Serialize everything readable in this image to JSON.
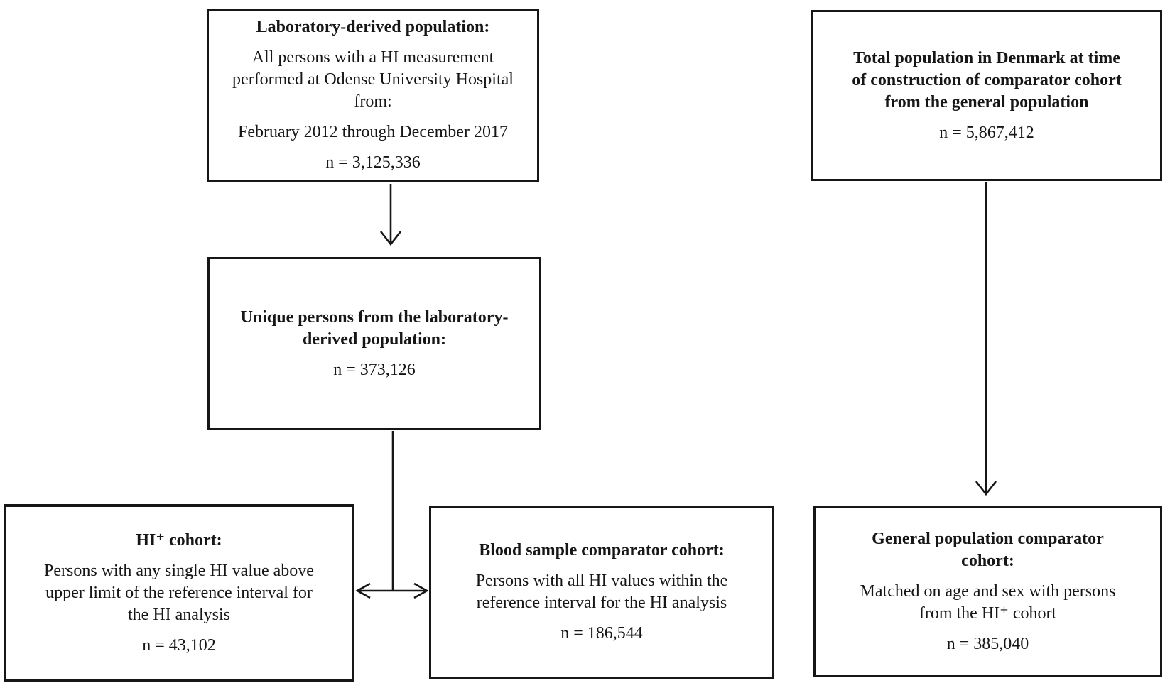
{
  "page": {
    "background": "#ffffff"
  },
  "colors": {
    "border": "#161616",
    "text": "#161616",
    "arrow": "#161616"
  },
  "diagram": {
    "boxes": [
      {
        "id": "laboratory-derived-population",
        "title": "Laboratory-derived population:",
        "body": [
          "All persons with a HI measurement\nperformed at Odense University Hospital\nfrom:",
          "February 2012 through December 2017"
        ],
        "count": "n = 3,125,336"
      },
      {
        "id": "total-population-denmark",
        "title": "Total population in Denmark at time\nof construction of comparator cohort\nfrom the general population",
        "body": [],
        "count": "n = 5,867,412"
      },
      {
        "id": "unique-persons",
        "title": "Unique persons from the laboratory-\nderived population:",
        "body": [],
        "count": "n = 373,126"
      },
      {
        "id": "hi-positive-cohort",
        "title": "HI⁺ cohort:",
        "body": [
          "Persons with any single HI value above\nupper limit of the reference interval for\nthe HI analysis"
        ],
        "count": "n = 43,102"
      },
      {
        "id": "blood-sample-comparator-cohort",
        "title": "Blood sample comparator cohort:",
        "body": [
          "Persons with all HI values within the\nreference interval for the HI analysis"
        ],
        "count": "n = 186,544"
      },
      {
        "id": "general-population-comparator-cohort",
        "title": "General population comparator\ncohort:",
        "body": [
          "Matched on age and sex with persons\nfrom the HI⁺ cohort"
        ],
        "count": "n = 385,040"
      }
    ],
    "arrows": [
      {
        "id": "lab-to-unique",
        "type": "down-arrow"
      },
      {
        "id": "unique-to-cohorts-split",
        "type": "double-headed-horizontal-split"
      },
      {
        "id": "denmark-to-general",
        "type": "down-arrow"
      }
    ]
  }
}
